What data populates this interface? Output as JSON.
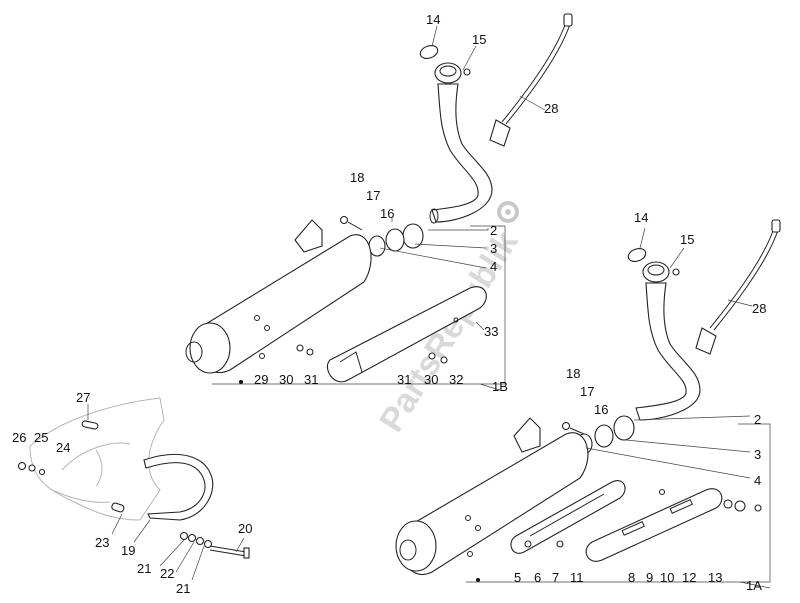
{
  "watermark": "PartsRepublik",
  "assembly_1B": {
    "group_label": "1B",
    "labels": {
      "c14": "14",
      "c15": "15",
      "c28": "28",
      "c18": "18",
      "c17": "17",
      "c16": "16",
      "c2": "2",
      "c3": "3",
      "c4": "4",
      "c33": "33",
      "c29": "29",
      "c30": "30",
      "c31": "31",
      "c31b": "31",
      "c30b": "30",
      "c32": "32"
    }
  },
  "assembly_1A": {
    "group_label": "1A",
    "labels": {
      "c14": "14",
      "c15": "15",
      "c28": "28",
      "c18": "18",
      "c17": "17",
      "c16": "16",
      "c2": "2",
      "c3": "3",
      "c4": "4",
      "c5": "5",
      "c6": "6",
      "c7": "7",
      "c11": "11",
      "c8": "8",
      "c9": "9",
      "c10": "10",
      "c12": "12",
      "c13": "13"
    }
  },
  "bracket_group": {
    "labels": {
      "c27": "27",
      "c26": "26",
      "c25": "25",
      "c24": "24",
      "c23": "23",
      "c19": "19",
      "c21a": "21",
      "c22": "22",
      "c21b": "21",
      "c20": "20"
    }
  },
  "icon": "gear-icon"
}
